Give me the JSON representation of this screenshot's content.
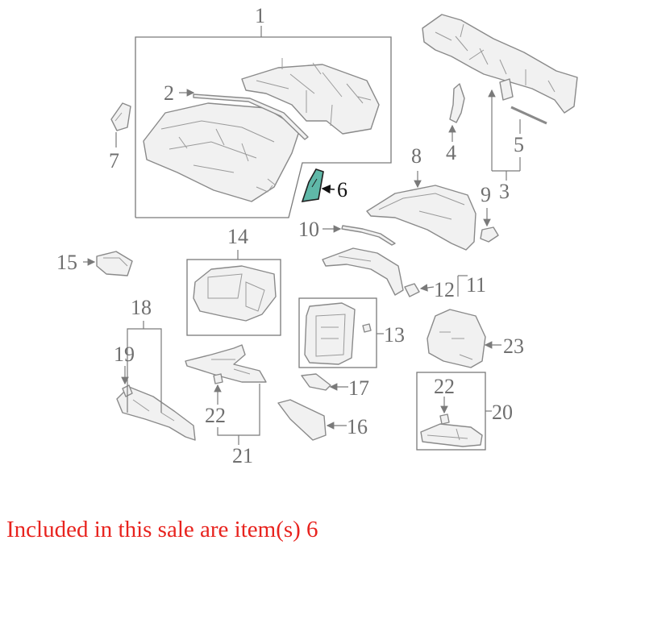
{
  "diagram": {
    "callouts": [
      "1",
      "2",
      "3",
      "4",
      "5",
      "6",
      "7",
      "8",
      "9",
      "10",
      "11",
      "12",
      "13",
      "14",
      "15",
      "16",
      "17",
      "18",
      "19",
      "20",
      "21",
      "22",
      "22",
      "23"
    ],
    "highlight_item": "6",
    "highlight_color": "#5fb8a8",
    "line_color": "#7a7a7a"
  },
  "caption": {
    "text": "Included in this sale are item(s) 6",
    "color": "#e8231e"
  }
}
